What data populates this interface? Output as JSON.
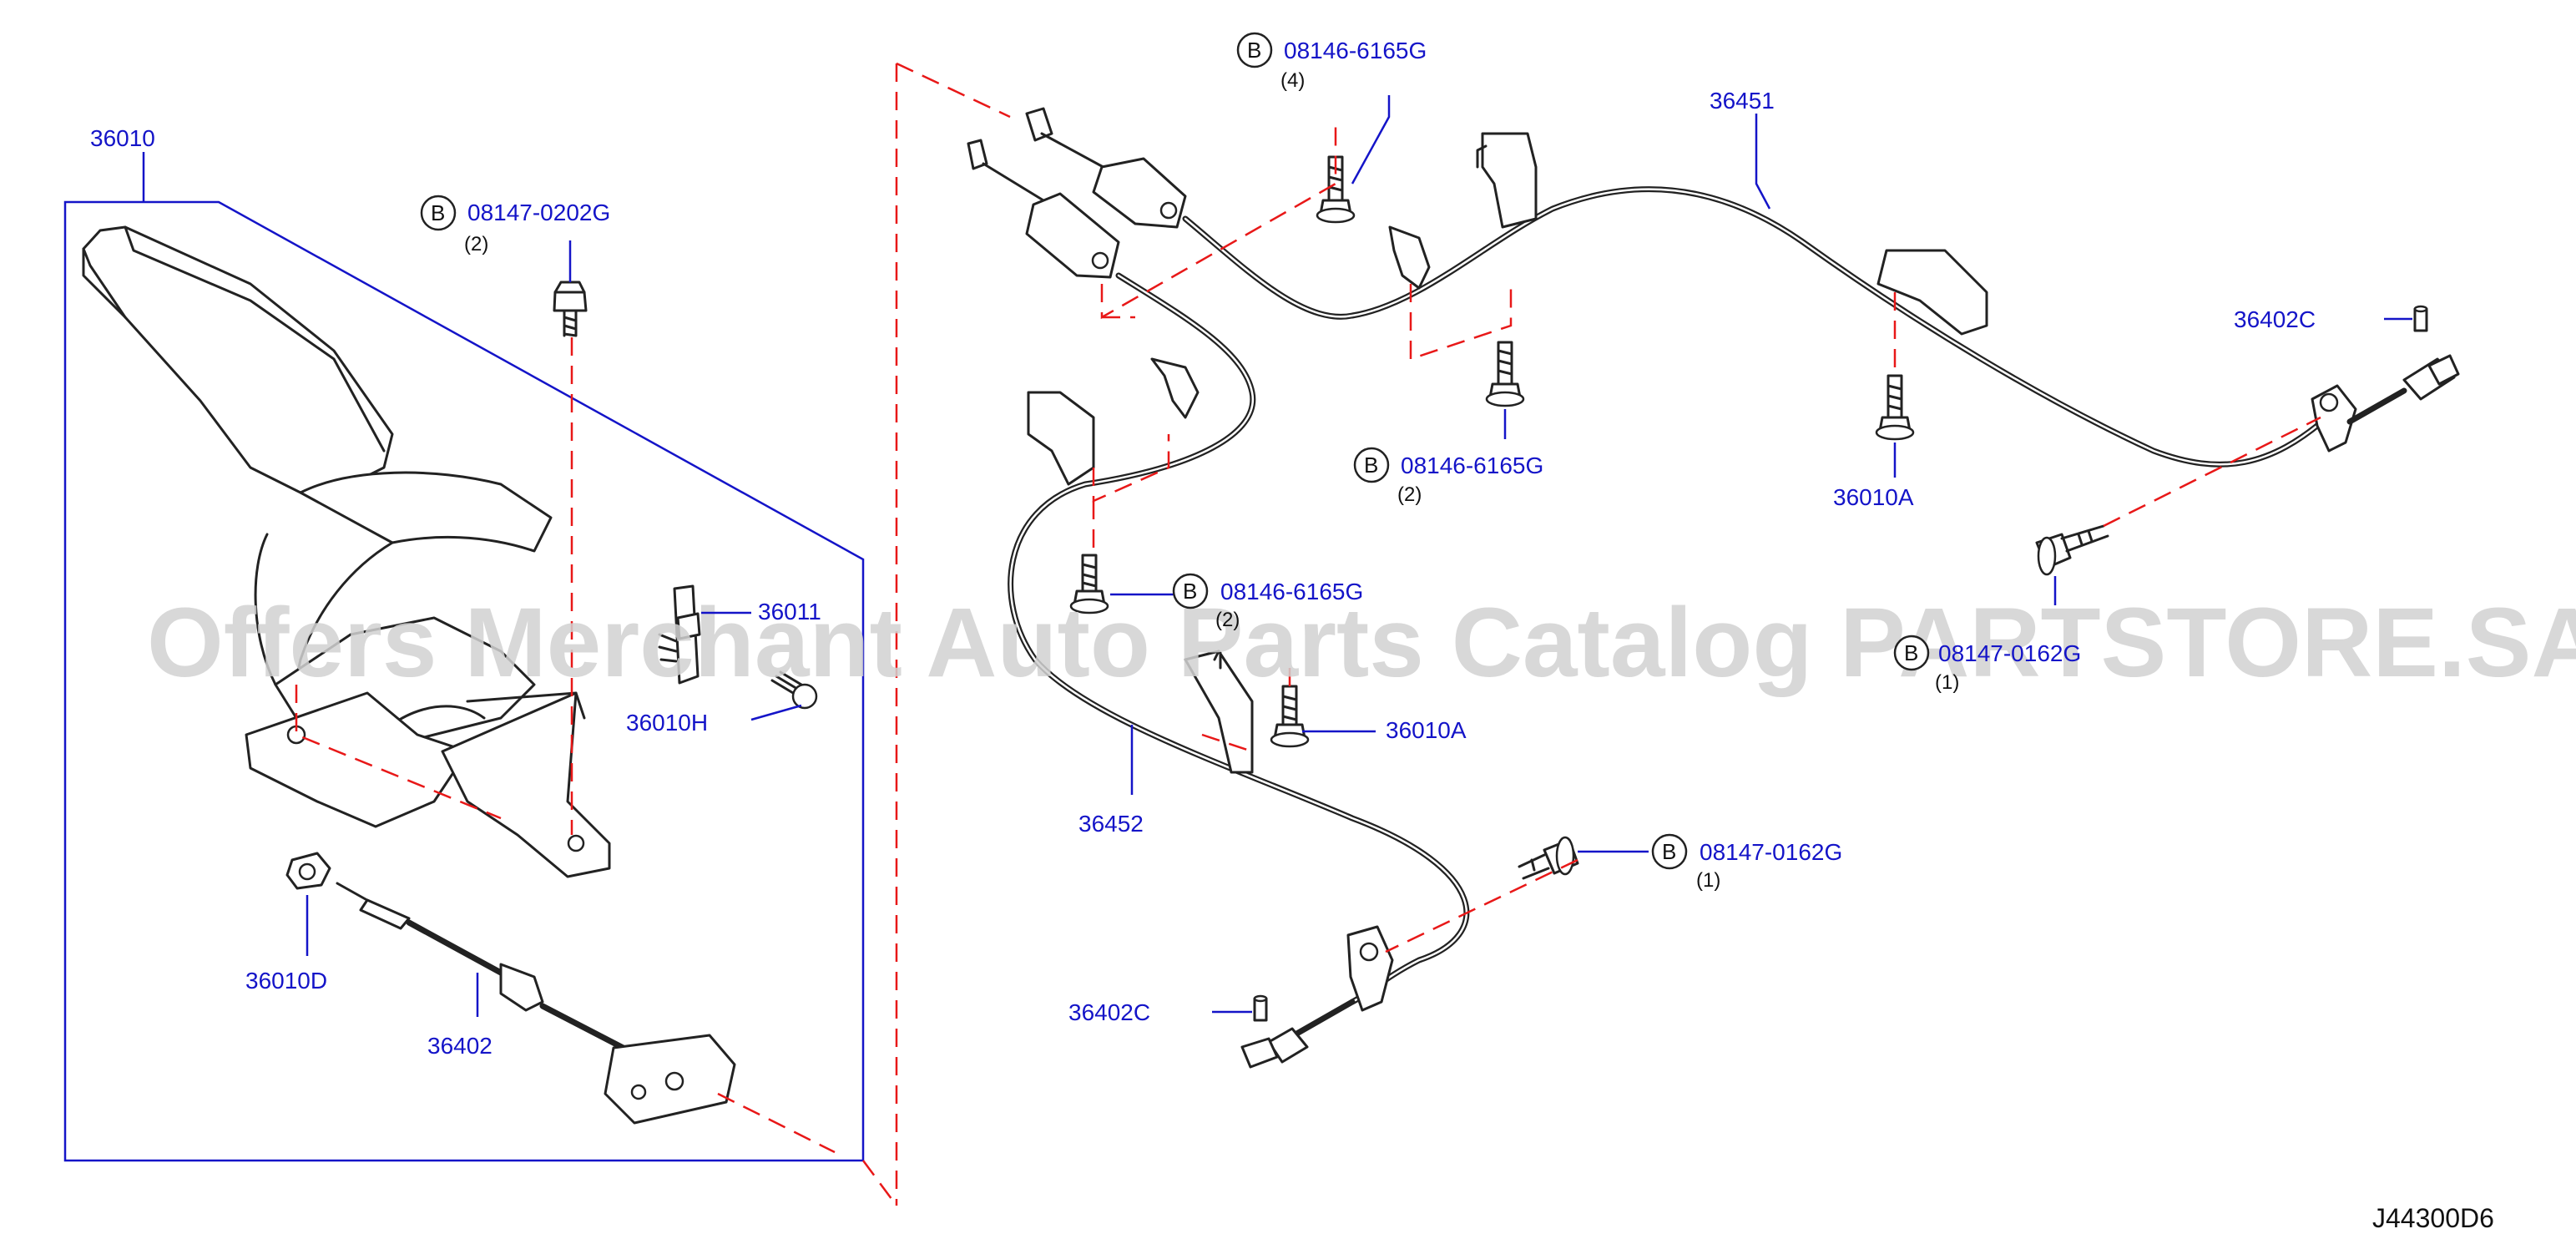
{
  "diagram_code": "J44300D6",
  "watermark": "Offers Merchant Auto Parts Catalog PARTSTORE.SA",
  "bolt_marker": "B",
  "parts": [
    {
      "id": "p36010",
      "label": "36010"
    },
    {
      "id": "p08147_0202G",
      "label": "08147-0202G",
      "qty": "(2)"
    },
    {
      "id": "p36011",
      "label": "36011"
    },
    {
      "id": "p36010H",
      "label": "36010H"
    },
    {
      "id": "p36010D",
      "label": "36010D"
    },
    {
      "id": "p36402",
      "label": "36402"
    },
    {
      "id": "p08146_6165G_top",
      "label": "08146-6165G",
      "qty": "(4)"
    },
    {
      "id": "p36451",
      "label": "36451"
    },
    {
      "id": "p36402C_right",
      "label": "36402C"
    },
    {
      "id": "p08146_6165G_mid",
      "label": "08146-6165G",
      "qty": "(2)"
    },
    {
      "id": "p36010A_right",
      "label": "36010A"
    },
    {
      "id": "p08146_6165G_low",
      "label": "08146-6165G",
      "qty": "(2)"
    },
    {
      "id": "p08147_0162G_right",
      "label": "08147-0162G",
      "qty": "(1)"
    },
    {
      "id": "p36010A_mid",
      "label": "36010A"
    },
    {
      "id": "p36452",
      "label": "36452"
    },
    {
      "id": "p08147_0162G_low",
      "label": "08147-0162G",
      "qty": "(1)"
    },
    {
      "id": "p36402C_low",
      "label": "36402C"
    }
  ],
  "colors": {
    "label": "#1414c8",
    "leader": "#1414c8",
    "dashed_guide": "#e81818",
    "line_art": "#222222",
    "watermark": "#d2d2d2"
  }
}
